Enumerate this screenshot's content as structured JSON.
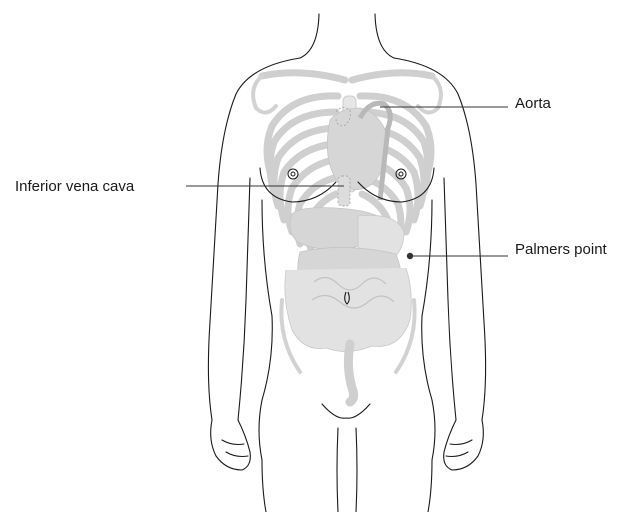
{
  "labels": {
    "aorta": "Aorta",
    "inferior_vena_cava": "Inferior vena cava",
    "palmers_point": "Palmers point"
  },
  "colors": {
    "outline": "#1a1a1a",
    "organ_fill": "#d6d6d6",
    "bone": "#cfcfcf",
    "marker": "#333333"
  }
}
